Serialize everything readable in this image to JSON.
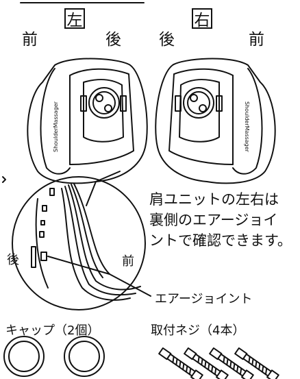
{
  "labels": {
    "left": "左",
    "right": "右",
    "front": "前",
    "back": "後"
  },
  "product_text": "ShoulderMassager",
  "note_lines": [
    "肩ユニットの左右は",
    "裏側のエアージョイ",
    "ントで確認できます。"
  ],
  "air_joint_label": "エアージョイント",
  "caps_label": "キャップ（2個）",
  "screws_label": "取付ネジ（4本）"
}
